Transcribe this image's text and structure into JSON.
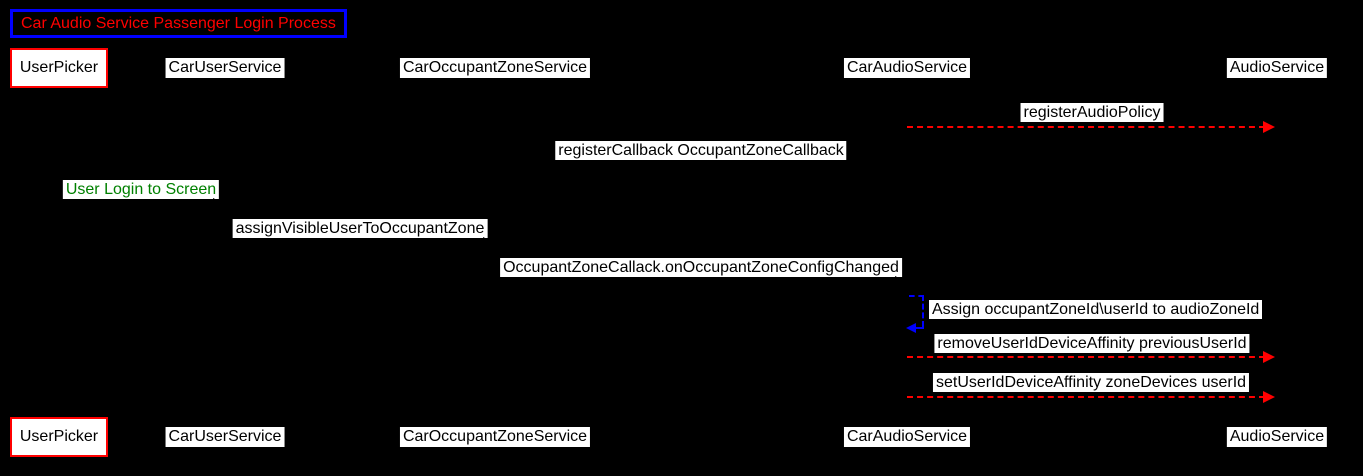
{
  "title": "Car Audio Service Passenger Login Process",
  "colors": {
    "background": "#000000",
    "title_text": "#ff0000",
    "title_border": "#0000ff",
    "participant_border": "#ff0000",
    "label_bg": "#ffffff",
    "label_text": "#000000",
    "arrow_red": "#ff0000",
    "arrow_blue": "#0000ff",
    "note_text": "#008000"
  },
  "participants": [
    {
      "name": "UserPicker"
    },
    {
      "name": "CarUserService"
    },
    {
      "name": "CarOccupantZoneService"
    },
    {
      "name": "CarAudioService"
    },
    {
      "name": "AudioService"
    }
  ],
  "messages": [
    {
      "label": "registerAudioPolicy",
      "from": "CarAudioService",
      "to": "AudioService",
      "style": "red-dashed"
    },
    {
      "label": "registerCallback OccupantZoneCallback",
      "from": "CarAudioService",
      "to": "CarOccupantZoneService",
      "style": "plain"
    },
    {
      "label": "User Login to Screen",
      "from": "UserPicker",
      "to": "CarUserService",
      "style": "plain-green"
    },
    {
      "label": "assignVisibleUserToOccupantZone",
      "from": "CarUserService",
      "to": "CarOccupantZoneService",
      "style": "plain"
    },
    {
      "label": "OccupantZoneCallack.onOccupantZoneConfigChanged",
      "from": "CarOccupantZoneService",
      "to": "CarAudioService",
      "style": "plain"
    },
    {
      "label": "Assign occupantZoneId\\userId to audioZoneId",
      "from": "CarAudioService",
      "to": "CarAudioService",
      "style": "blue-dashed-self"
    },
    {
      "label": "removeUserIdDeviceAffinity previousUserId",
      "from": "CarAudioService",
      "to": "AudioService",
      "style": "red-dashed"
    },
    {
      "label": "setUserIdDeviceAffinity zoneDevices userId",
      "from": "CarAudioService",
      "to": "AudioService",
      "style": "red-dashed"
    }
  ]
}
